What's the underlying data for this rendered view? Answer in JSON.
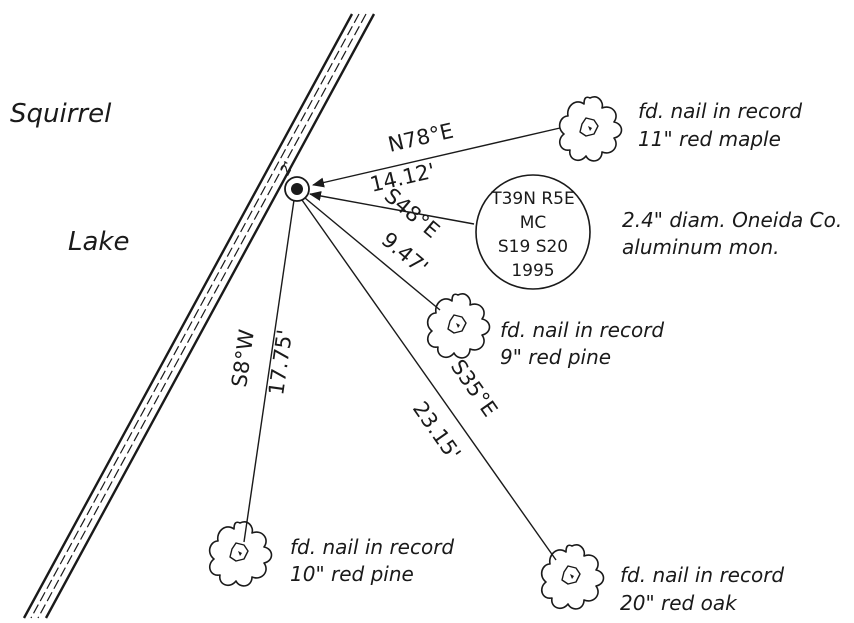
{
  "lake": {
    "word1": "Squirrel",
    "word2": "Lake"
  },
  "corner_mark": "2'",
  "monument": {
    "disk_lines": [
      "T39N R5E",
      "MC",
      "S19 S20",
      "1995"
    ],
    "note_lines": [
      "2.4\" diam. Oneida Co.",
      "aluminum mon."
    ]
  },
  "ties": [
    {
      "id": "maple",
      "bearing": "N78°E",
      "distance": "14.12'",
      "note_lines": [
        "fd. nail in record",
        "11\" red maple"
      ]
    },
    {
      "id": "pine9",
      "bearing": "S48°E",
      "distance": "9.47'",
      "note_lines": [
        "fd. nail in record",
        "9\" red pine"
      ]
    },
    {
      "id": "pine10",
      "bearing": "S8°W",
      "distance": "17.75'",
      "note_lines": [
        "fd. nail in record",
        "10\" red pine"
      ]
    },
    {
      "id": "oak",
      "bearing": "S35°E",
      "distance": "23.15'",
      "note_lines": [
        "fd. nail in record",
        "20\" red oak"
      ]
    }
  ],
  "colors": {
    "ink": "#1a1a1a",
    "paper": "#ffffff"
  }
}
